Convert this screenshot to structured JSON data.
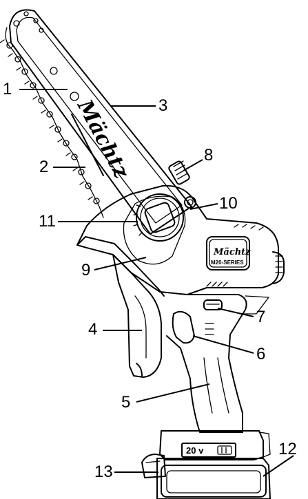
{
  "brand": {
    "bar_logo": "Mächtz",
    "body_logo": "Mächtz",
    "series": "M20-SERIES"
  },
  "battery": {
    "voltage": "20 v"
  },
  "callouts": [
    "1",
    "2",
    "3",
    "4",
    "5",
    "6",
    "7",
    "8",
    "9",
    "10",
    "11",
    "12",
    "13"
  ]
}
